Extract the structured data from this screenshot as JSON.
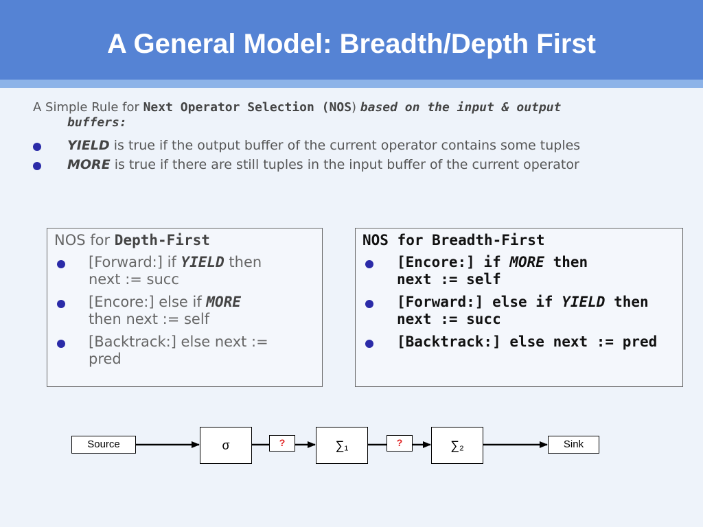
{
  "slide": {
    "title": "A General Model: Breadth/Depth First"
  },
  "intro": {
    "prefix": "A Simple Rule  for ",
    "bold": "Next Operator Selection (NOS",
    "paren": ") ",
    "italic": "based on the input & output",
    "continuation": "buffers:"
  },
  "bullets": [
    {
      "keyword": "YIELD",
      "text": " is true if the output buffer of the current operator contains some tuples"
    },
    {
      "keyword": "MORE",
      "text": "  is true if there are still tuples in the input buffer of the current operator"
    }
  ],
  "depth_box": {
    "head_prefix": "NOS for ",
    "head_bold": "Depth-First",
    "items": [
      {
        "l1_a": "[Forward:] if ",
        "l1_kw": "YIELD",
        "l1_b": " then",
        "l2": "next := succ"
      },
      {
        "l1_a": "[Encore:] else if ",
        "l1_kw": "MORE",
        "l1_b": "",
        "l2": "then next := self"
      },
      {
        "l1_a": "[Backtrack:] else next :=",
        "l1_kw": "",
        "l1_b": "",
        "l2": "pred"
      }
    ]
  },
  "breadth_box": {
    "head": "NOS for Breadth-First",
    "items": [
      {
        "l1_a": "[Encore:] if ",
        "l1_kw": "MORE",
        "l1_b": "  then",
        "l2": "next := self"
      },
      {
        "l1_a": "[Forward:] else if ",
        "l1_kw": "YIELD",
        "l1_b": " then",
        "l2": "next := succ"
      },
      {
        "l1_a": "[Backtrack:] else next := pred",
        "l1_kw": "",
        "l1_b": "",
        "l2": ""
      }
    ]
  },
  "pipeline": {
    "source": "Source",
    "op1": "σ",
    "q1": "?",
    "op2": "∑₁",
    "q2": "?",
    "op3": "∑₂",
    "sink": "Sink"
  },
  "colors": {
    "header": "#5583d4",
    "stripe": "#8db3e8",
    "background": "#eef3fa",
    "bullet": "#2b2ba8",
    "question": "#e02020"
  }
}
